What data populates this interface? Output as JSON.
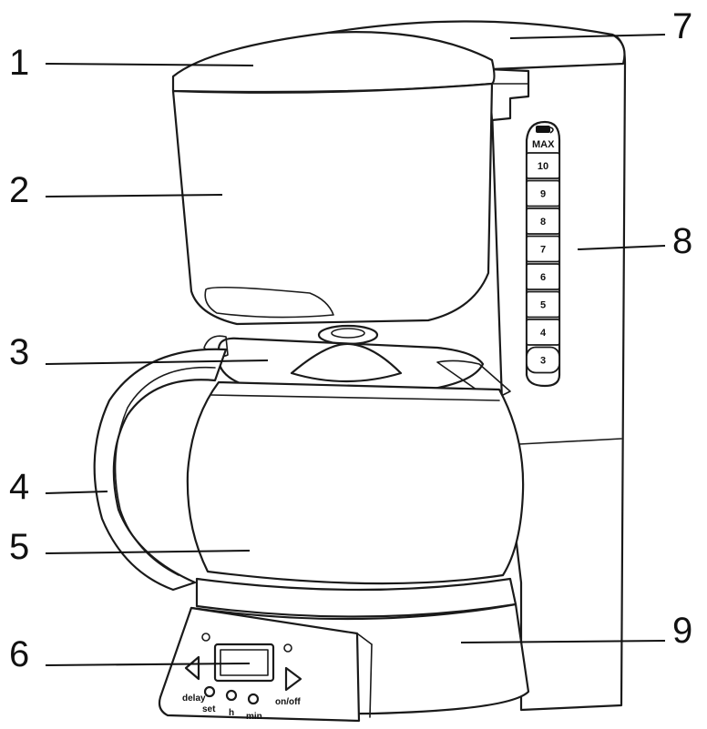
{
  "callouts": [
    "1",
    "2",
    "3",
    "4",
    "5",
    "6",
    "7",
    "8",
    "9"
  ],
  "water_level": {
    "max_label": "MAX",
    "marks": [
      "10",
      "9",
      "8",
      "7",
      "6",
      "5",
      "4",
      "3"
    ]
  },
  "controls": {
    "delay_label": "delay",
    "onoff_label": "on/off",
    "set_label": "set",
    "h_label": "h",
    "min_label": "min"
  }
}
